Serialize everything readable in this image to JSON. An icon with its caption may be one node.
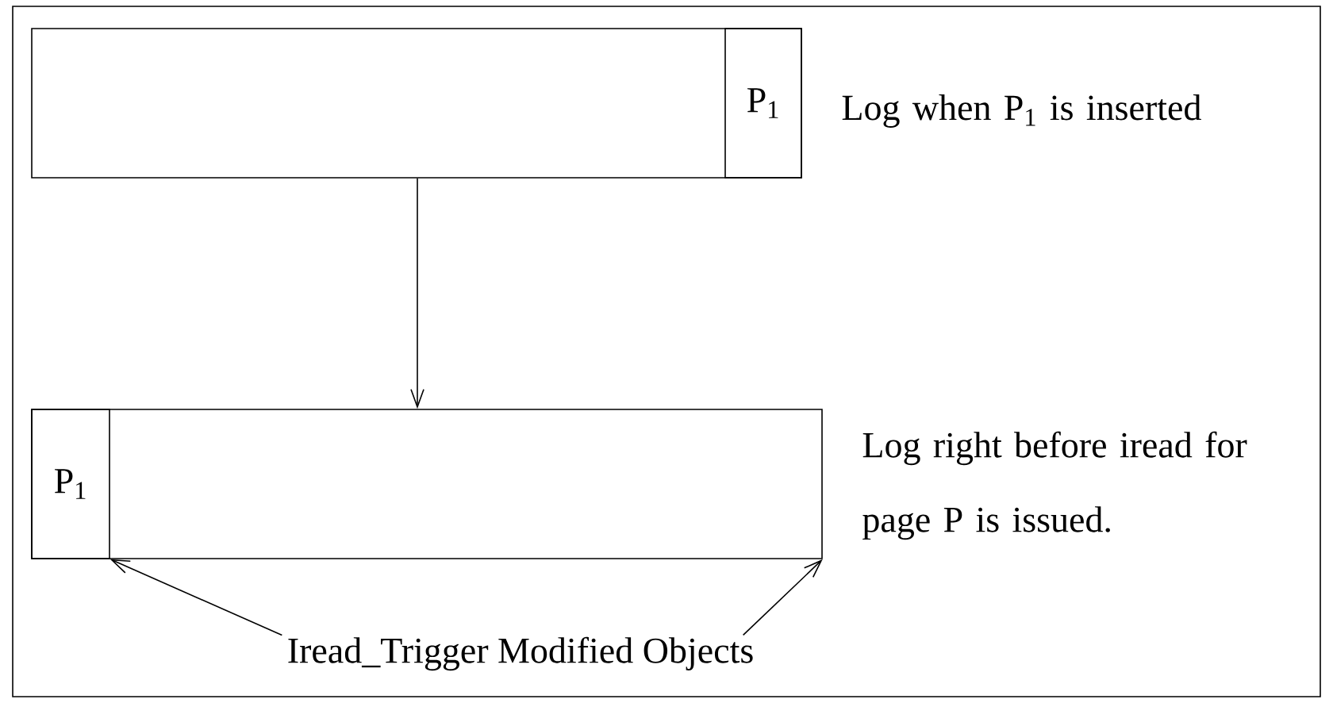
{
  "diagram": {
    "nodes": [
      {
        "text": [],
        "shape": "bar",
        "beside": [
          "Log when P$_{1}$ is inserted"
        ]
      },
      {
        "text": [
          "P$_{1}$"
        ],
        "in": 0
      },
      {
        "text": [],
        "shape": "bar",
        "beside": [
          "Log right before iread for page P is issued."
        ]
      },
      {
        "text": [
          "P$_{1}$"
        ],
        "in": 2
      },
      {
        "text": [
          "Iread_Trigger Modified Objects"
        ]
      }
    ],
    "edges": [
      {
        "from": 0,
        "to": 2,
        "arrow": "to"
      },
      {
        "from": 4,
        "to": 3,
        "arrow": "to"
      },
      {
        "from": 4,
        "to": 2,
        "arrow": "to"
      }
    ]
  }
}
